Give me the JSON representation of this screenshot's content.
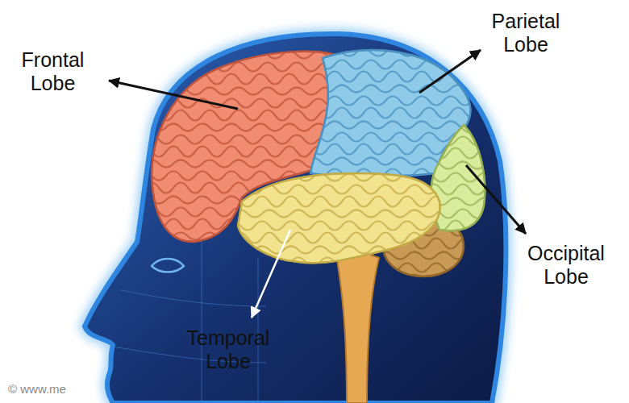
{
  "diagram": {
    "labels": [
      "Frontal Lobe",
      "Parietal Lobe",
      "Occipital Lobe",
      "Temporal Lobe",
      "© www.me"
    ]
  }
}
